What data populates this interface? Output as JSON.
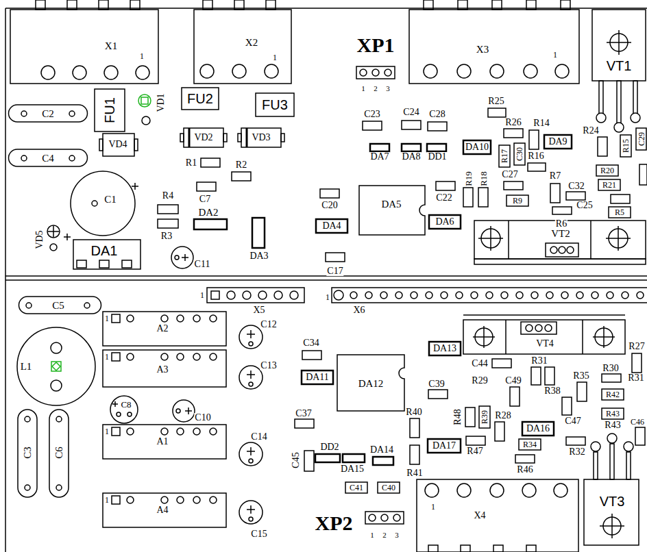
{
  "diagram": {
    "labels": [
      "X1",
      "1",
      "X2",
      "1",
      "XP1",
      "1",
      "2",
      "3",
      "X3",
      "1",
      "VT1",
      "C2",
      "FU1",
      "VD1",
      "FU2",
      "FU3",
      "R25",
      "C23",
      "C24",
      "C28",
      "R26",
      "R14",
      "R24",
      "C29",
      "R15",
      "VD4",
      "VD2",
      "VD3",
      "C4",
      "DA10",
      "DA9",
      "DA7",
      "DA8",
      "DD1",
      "R17",
      "C30",
      "R16",
      "R1",
      "R2",
      "C27",
      "R7",
      "R19",
      "R18",
      "R20",
      "C32",
      "R21",
      "C1",
      "R4",
      "C7",
      "C20",
      "DA5",
      "C22",
      "R9",
      "C25",
      "R5",
      "DA2",
      "R6",
      "DA4",
      "DA6",
      "VT2",
      "VD5",
      "R3",
      "DA1",
      "C11",
      "DA3",
      "C17",
      "C5",
      "1",
      "X5",
      "1",
      "X6",
      "1",
      "A2",
      "C12",
      "VT4",
      "R27",
      "C34",
      "DA13",
      "C44",
      "R31",
      "R30",
      "R31",
      "L1",
      "1",
      "A3",
      "C13",
      "DA12",
      "DA11",
      "C39",
      "R29",
      "C49",
      "R35",
      "R38",
      "R42",
      "C8",
      "R40",
      "C37",
      "R43",
      "R48",
      "R39",
      "R28",
      "C47",
      "R43",
      "C10",
      "DA16",
      "C46",
      "1",
      "A1",
      "C14",
      "C3",
      "C6",
      "DA17",
      "R34",
      "DD2",
      "DA14",
      "R47",
      "R32",
      "C45",
      "DA15",
      "R46",
      "R41",
      "C41",
      "C40",
      "1",
      "1",
      "A4",
      "X4",
      "VT3",
      "XP2",
      "1",
      "2",
      "3",
      "C15"
    ]
  }
}
